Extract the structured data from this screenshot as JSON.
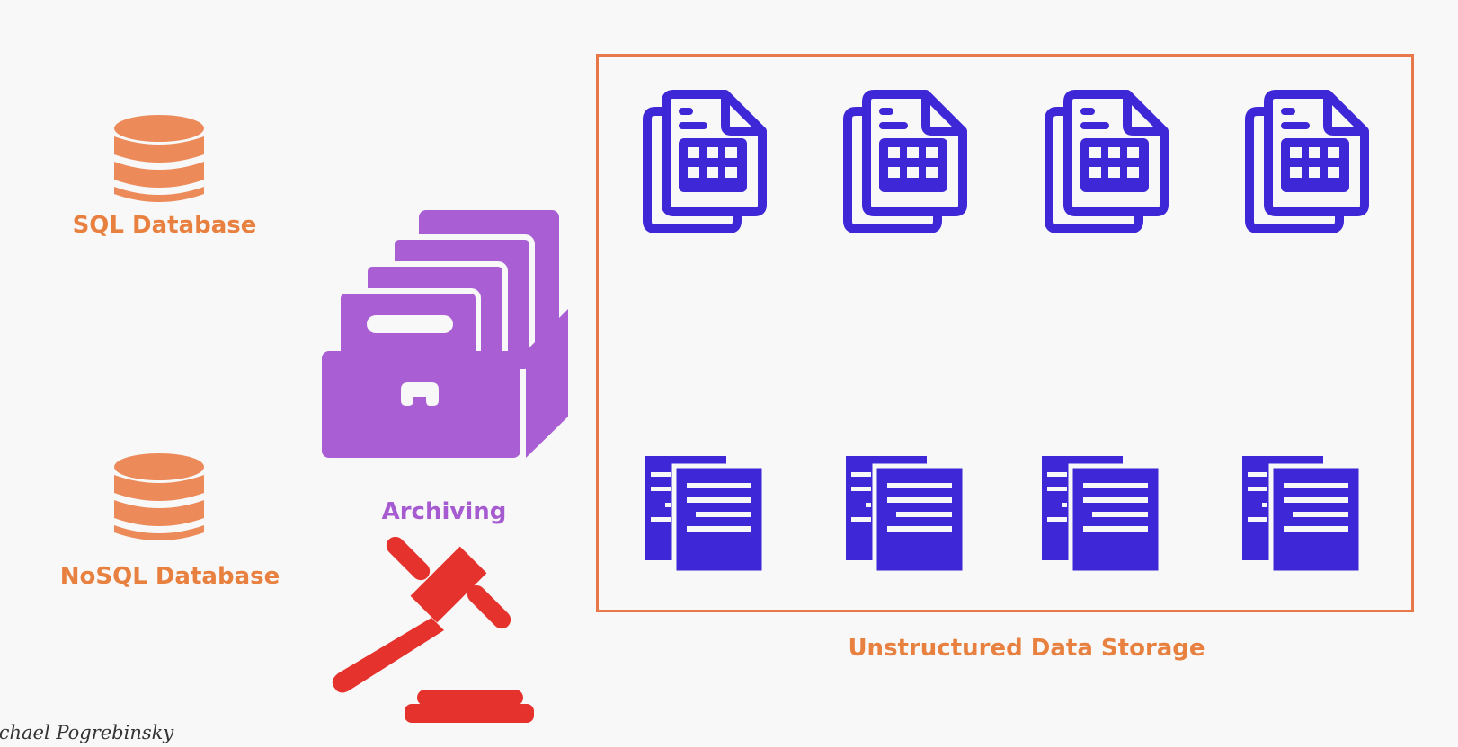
{
  "labels": {
    "sql": "SQL Database",
    "nosql": "NoSQL Database",
    "archiving": "Archiving",
    "storage": "Unstructured Data Storage"
  },
  "watermark": "ichael Pogrebinsky",
  "colors": {
    "database": "#ec8a5a",
    "archive": "#a95fd3",
    "document": "#3e27d6",
    "gavel": "#e5322d",
    "storage_border": "#e8784a",
    "label_orange": "#e8803f",
    "label_purple": "#a65bd0"
  },
  "icons": {
    "database": "database-icon",
    "archive": "file-drawer-icon",
    "legal": "gavel-icon",
    "spreadsheet": "spreadsheet-file-icon",
    "text_document": "text-document-icon"
  }
}
